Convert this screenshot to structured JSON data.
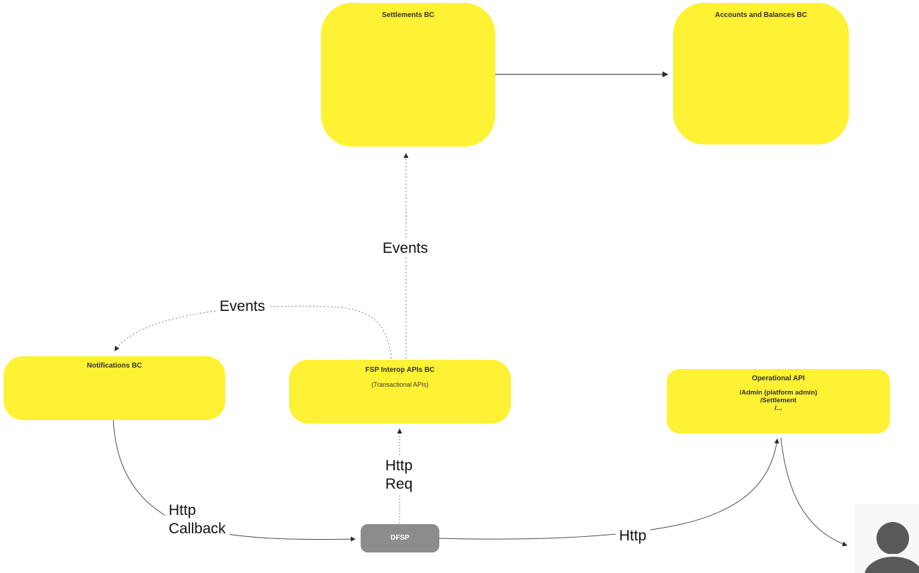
{
  "colors": {
    "node_fill_yellow": "#FFF133",
    "node_fill_gray": "#8C8C8C",
    "node_title_text": "#333333",
    "dfsp_text": "#FFFFFF",
    "actor_silhouette": "#595959",
    "actor_background": "#F8F8F8",
    "connector_solid": "#4D4D4D",
    "connector_dotted": "#808080",
    "edge_label_text": "#111111"
  },
  "nodes": {
    "settlements": {
      "title": "Settlements BC"
    },
    "accounts_balances": {
      "title": "Accounts and Balances BC"
    },
    "notifications": {
      "title": "Notifications BC"
    },
    "fsp_interop": {
      "title": "FSP Interop APIs BC",
      "subtitle": "(Transactional APIs)"
    },
    "operational_api": {
      "title": "Operational API",
      "api_paths": [
        "/Admin (platform admin)",
        "/Settlement",
        "/..."
      ]
    },
    "dfsp": {
      "title": "DFSP"
    },
    "user": {
      "icon": "person-icon"
    }
  },
  "edges": {
    "settlements_to_accounts": {
      "style": "solid",
      "from": "settlements",
      "to": "accounts_balances"
    },
    "events_to_settlements": {
      "label": "Events",
      "style": "dotted",
      "from": "fsp_interop",
      "to": "settlements"
    },
    "events_to_notifications": {
      "label": "Events",
      "style": "dotted",
      "from": "fsp_interop",
      "to": "notifications"
    },
    "http_req": {
      "label_line1": "Http",
      "label_line2": "Req",
      "style": "dotted",
      "from": "dfsp",
      "to": "fsp_interop"
    },
    "http_callback": {
      "label_line1": "Http",
      "label_line2": "Callback",
      "style": "solid",
      "from": "notifications",
      "to": "dfsp"
    },
    "http": {
      "label": "Http",
      "style": "solid",
      "from": "dfsp",
      "to": "operational_api"
    },
    "operational_to_user": {
      "style": "solid",
      "from": "operational_api",
      "to": "user"
    }
  }
}
